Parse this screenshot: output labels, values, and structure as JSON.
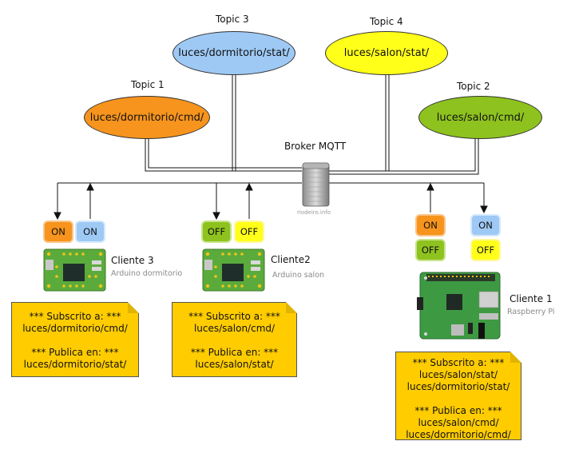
{
  "topics": [
    {
      "id": "t1",
      "label": "Topic 1",
      "path": "luces/dormitorio/cmd/",
      "color": "#f7941d"
    },
    {
      "id": "t2",
      "label": "Topic 2",
      "path": "luces/salon/cmd/",
      "color": "#8ec21e"
    },
    {
      "id": "t3",
      "label": "Topic 3",
      "path": "luces/dormitorio/stat/",
      "color": "#9ec9f5"
    },
    {
      "id": "t4",
      "label": "Topic 4",
      "path": "luces/salon/stat/",
      "color": "#ffff1a"
    }
  ],
  "broker": {
    "label": "Broker MQTT",
    "credit": "riodeiro.info"
  },
  "clients": [
    {
      "name": "Cliente 3",
      "sub": "Arduino dormitorio",
      "btn_a": "ON",
      "btn_b": "ON"
    },
    {
      "name": "Cliente2",
      "sub": "Arduino salon",
      "btn_a": "OFF",
      "btn_b": "OFF"
    },
    {
      "name": "Cliente 1",
      "sub": "Raspberry Pi",
      "btn_a": "ON",
      "btn_b": "OFF",
      "btn_c": "ON",
      "btn_d": "OFF"
    }
  ],
  "notes": [
    {
      "lines": [
        "*** Subscrito a: ***",
        "luces/dormitorio/cmd/",
        "",
        "*** Publica en: ***",
        "luces/dormitorio/stat/"
      ]
    },
    {
      "lines": [
        "*** Subscrito a: ***",
        "luces/salon/cmd/",
        "",
        "*** Publica en: ***",
        "luces/salon/stat/"
      ]
    },
    {
      "lines": [
        "*** Subscrito a: ***",
        "luces/salon/stat/",
        "luces/dormitorio/stat/",
        "",
        "*** Publica en: ***",
        "luces/salon/cmd/",
        "luces/dormitorio/cmd/"
      ]
    }
  ],
  "colors": {
    "orange": "#f7941d",
    "blue": "#9ec9f5",
    "green": "#8ec21e",
    "yellow": "#ffff1a",
    "note": "#ffcc00",
    "board": "#5bab3c"
  }
}
